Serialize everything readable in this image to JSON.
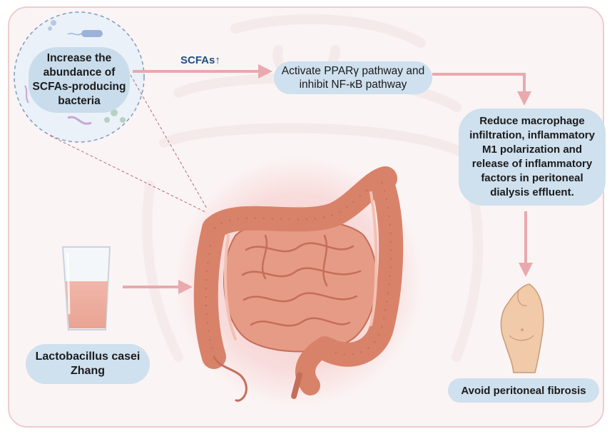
{
  "texts": {
    "bacteria": "Increase the abundance of SCFAs-producing bacteria",
    "scfas": "SCFAs↑",
    "ppar": "Activate PPARγ pathway and inhibit NF-κB pathway",
    "reduce": "Reduce macrophage infiltration, inflammatory M1 polarization and release of inflammatory factors in peritoneal dialysis effluent.",
    "lacto": "Lactobacillus casei Zhang",
    "avoid": "Avoid peritoneal fibrosis"
  },
  "icons": [
    "bacteria-icon",
    "glass-icon",
    "intestine-icon",
    "abdomen-icon",
    "body-silhouette-icon"
  ],
  "colors": {
    "arrow": "#e9a9ae",
    "pill": "#cfe0ee",
    "intestine": "#d9826a",
    "glow": "#f3b3b3",
    "background": "#fbf4f4",
    "frame": "#eecdcd",
    "scfas_text": "#1f4f82"
  }
}
